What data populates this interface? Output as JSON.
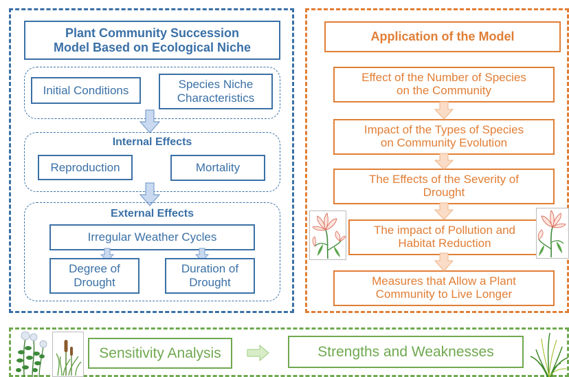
{
  "left_panel": {
    "title_line1": "Plant Community Succession",
    "title_line2": "Model Based on Ecological Niche",
    "initial_conditions": "Initial Conditions",
    "niche_line1": "Species Niche",
    "niche_line2": "Characteristics",
    "internal_heading": "Internal Effects",
    "reproduction": "Reproduction",
    "mortality": "Mortality",
    "external_heading": "External Effects",
    "weather": "Irregular Weather Cycles",
    "degree_line1": "Degree of",
    "degree_line2": "Drought",
    "duration_line1": "Duration of",
    "duration_line2": "Drought"
  },
  "right_panel": {
    "title": "Application of the Model",
    "items": [
      {
        "line1": "Effect of the Number of Species",
        "line2": "on the Community"
      },
      {
        "line1": "Impact of the Types of Species",
        "line2": "on Community Evolution"
      },
      {
        "line1": "The Effects of the Severity of",
        "line2": "Drought"
      },
      {
        "line1": "The impact of Pollution and",
        "line2": "Habitat Reduction"
      },
      {
        "line1": "Measures that Allow a Plant",
        "line2": "Community to Live Longer"
      }
    ]
  },
  "bottom_panel": {
    "sensitivity": "Sensitivity Analysis",
    "strengths": "Strengths and Weaknesses"
  },
  "colors": {
    "blue": "#3a70a6",
    "orange": "#e17e35",
    "green": "#6fa84f",
    "arrow_blue_fill": "#c9d9ef",
    "arrow_orange_fill": "#fbdcc6",
    "arrow_green_fill": "#d9ecc8"
  }
}
